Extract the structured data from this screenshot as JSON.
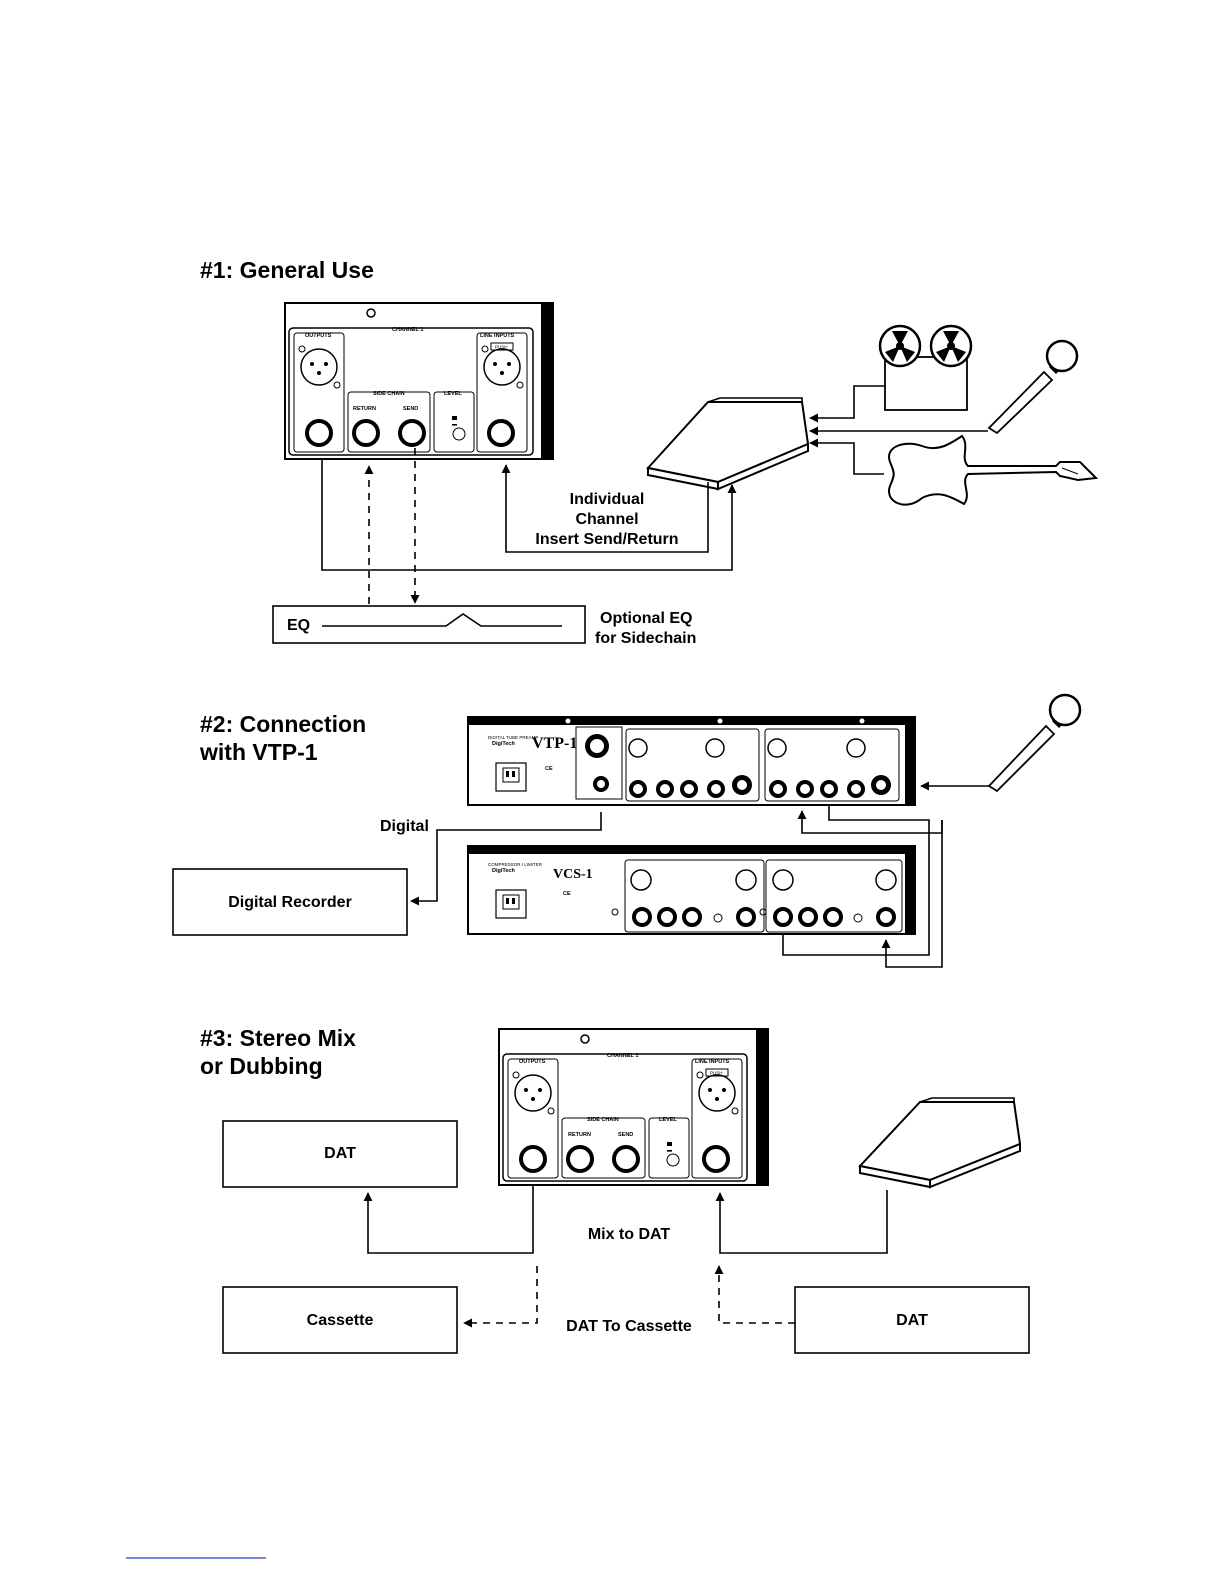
{
  "sections": {
    "s1": {
      "title": "#1: General Use",
      "unit_labels": {
        "channel": "CHANNEL 1",
        "outputs": "OUTPUTS",
        "line_inputs": "LINE INPUTS",
        "push": "PUSH",
        "side_chain": "SIDE CHAIN",
        "return": "RETURN",
        "send": "SEND",
        "level": "LEVEL"
      },
      "insert_note": [
        "Individual",
        "Channel",
        "Insert Send/Return"
      ],
      "eq_box": "EQ",
      "eq_note": [
        "Optional EQ",
        "for Sidechain"
      ]
    },
    "s2": {
      "title_lines": [
        "#2: Connection",
        "with VTP-1"
      ],
      "digital_label": "Digital",
      "recorder_box": "Digital Recorder",
      "vtp_name": "VTP-1",
      "vcs_name": "VCS-1",
      "brand": "DigiTech"
    },
    "s3": {
      "title_lines": [
        "#3: Stereo Mix",
        "or Dubbing"
      ],
      "dat_top": "DAT",
      "mix_label": "Mix to DAT",
      "cassette_box": "Cassette",
      "dub_label": "DAT To Cassette",
      "dat_bottom": "DAT"
    }
  },
  "icons": [
    "reel-to-reel-recorder-icon",
    "microphone-icon",
    "electric-guitar-icon",
    "mixer-console-icon"
  ]
}
